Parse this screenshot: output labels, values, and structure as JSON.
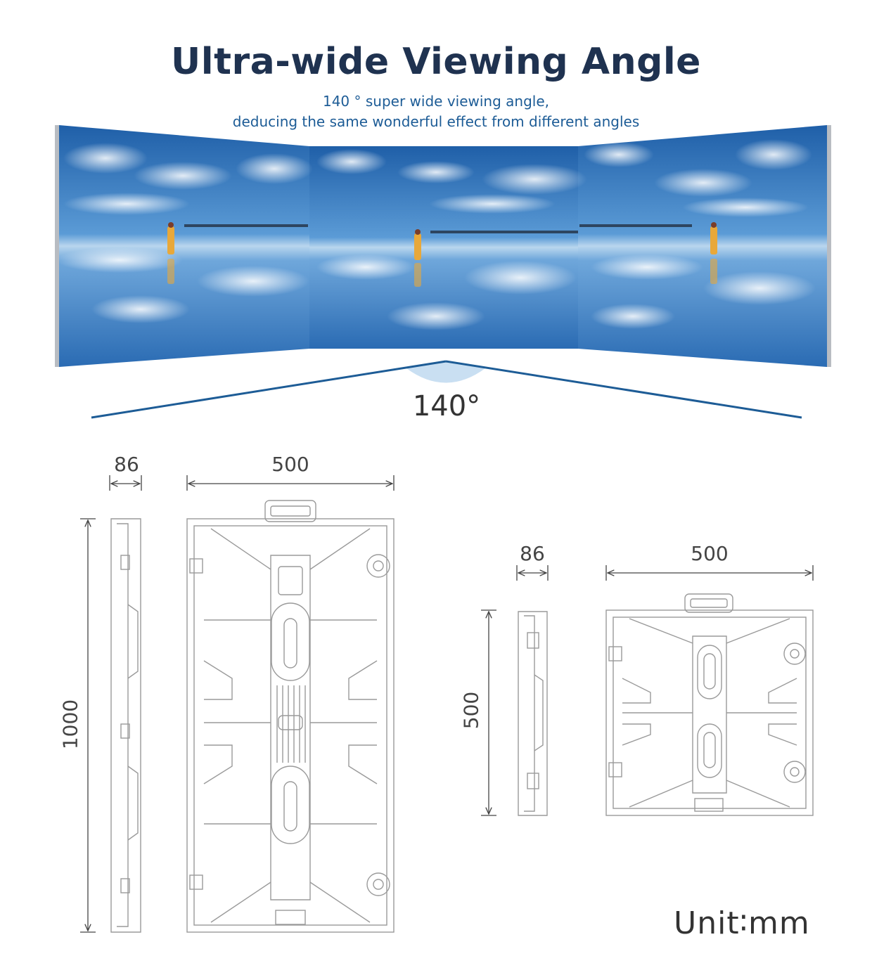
{
  "title": "Ultra-wide Viewing Angle",
  "subtitle": {
    "line1": "140 ° super wide viewing angle,",
    "line2": "deducing the same wonderful effect from different angles"
  },
  "viewing_angle": "140°",
  "unit": "Unit∶mm",
  "cabinet_large": {
    "depth": "86",
    "width": "500",
    "height": "1000"
  },
  "cabinet_small": {
    "depth": "86",
    "width": "500",
    "height": "500"
  },
  "colors": {
    "title": "#1f3250",
    "accent": "#1d5c96",
    "sky": "#3b7fc4",
    "line_drawing": "#9a9a9a"
  }
}
